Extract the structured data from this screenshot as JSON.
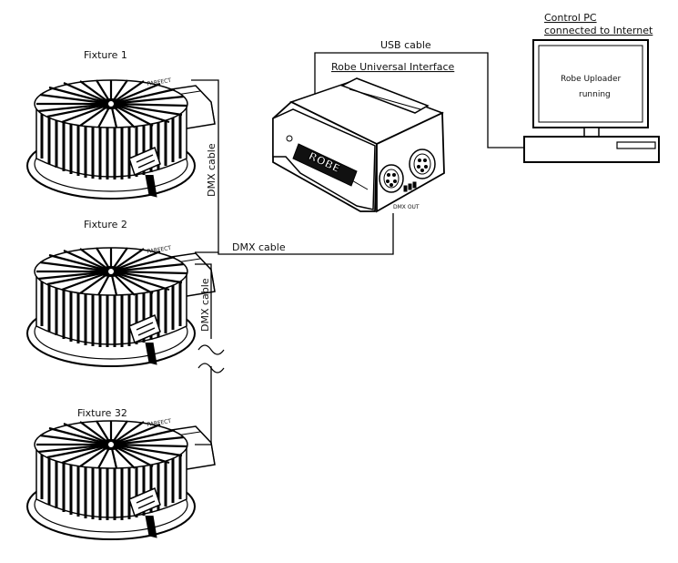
{
  "labels": {
    "fixture_1": "Fixture 1",
    "fixture_2": "Fixture 2",
    "fixture_32": "Fixture 32",
    "dmx_cable_1": "DMX cable",
    "dmx_cable_2": "DMX cable",
    "dmx_cable_3": "DMX cable",
    "usb_cable": "USB cable",
    "interface": "Robe Universal Interface",
    "control_pc_line1": "Control PC",
    "control_pc_line2": "connected to Internet",
    "screen_line1": "Robe Uploader",
    "screen_line2": "running",
    "dmx_out": "DMX OUT",
    "brand": "ROBE",
    "fixture_brand": "PARFECT"
  }
}
